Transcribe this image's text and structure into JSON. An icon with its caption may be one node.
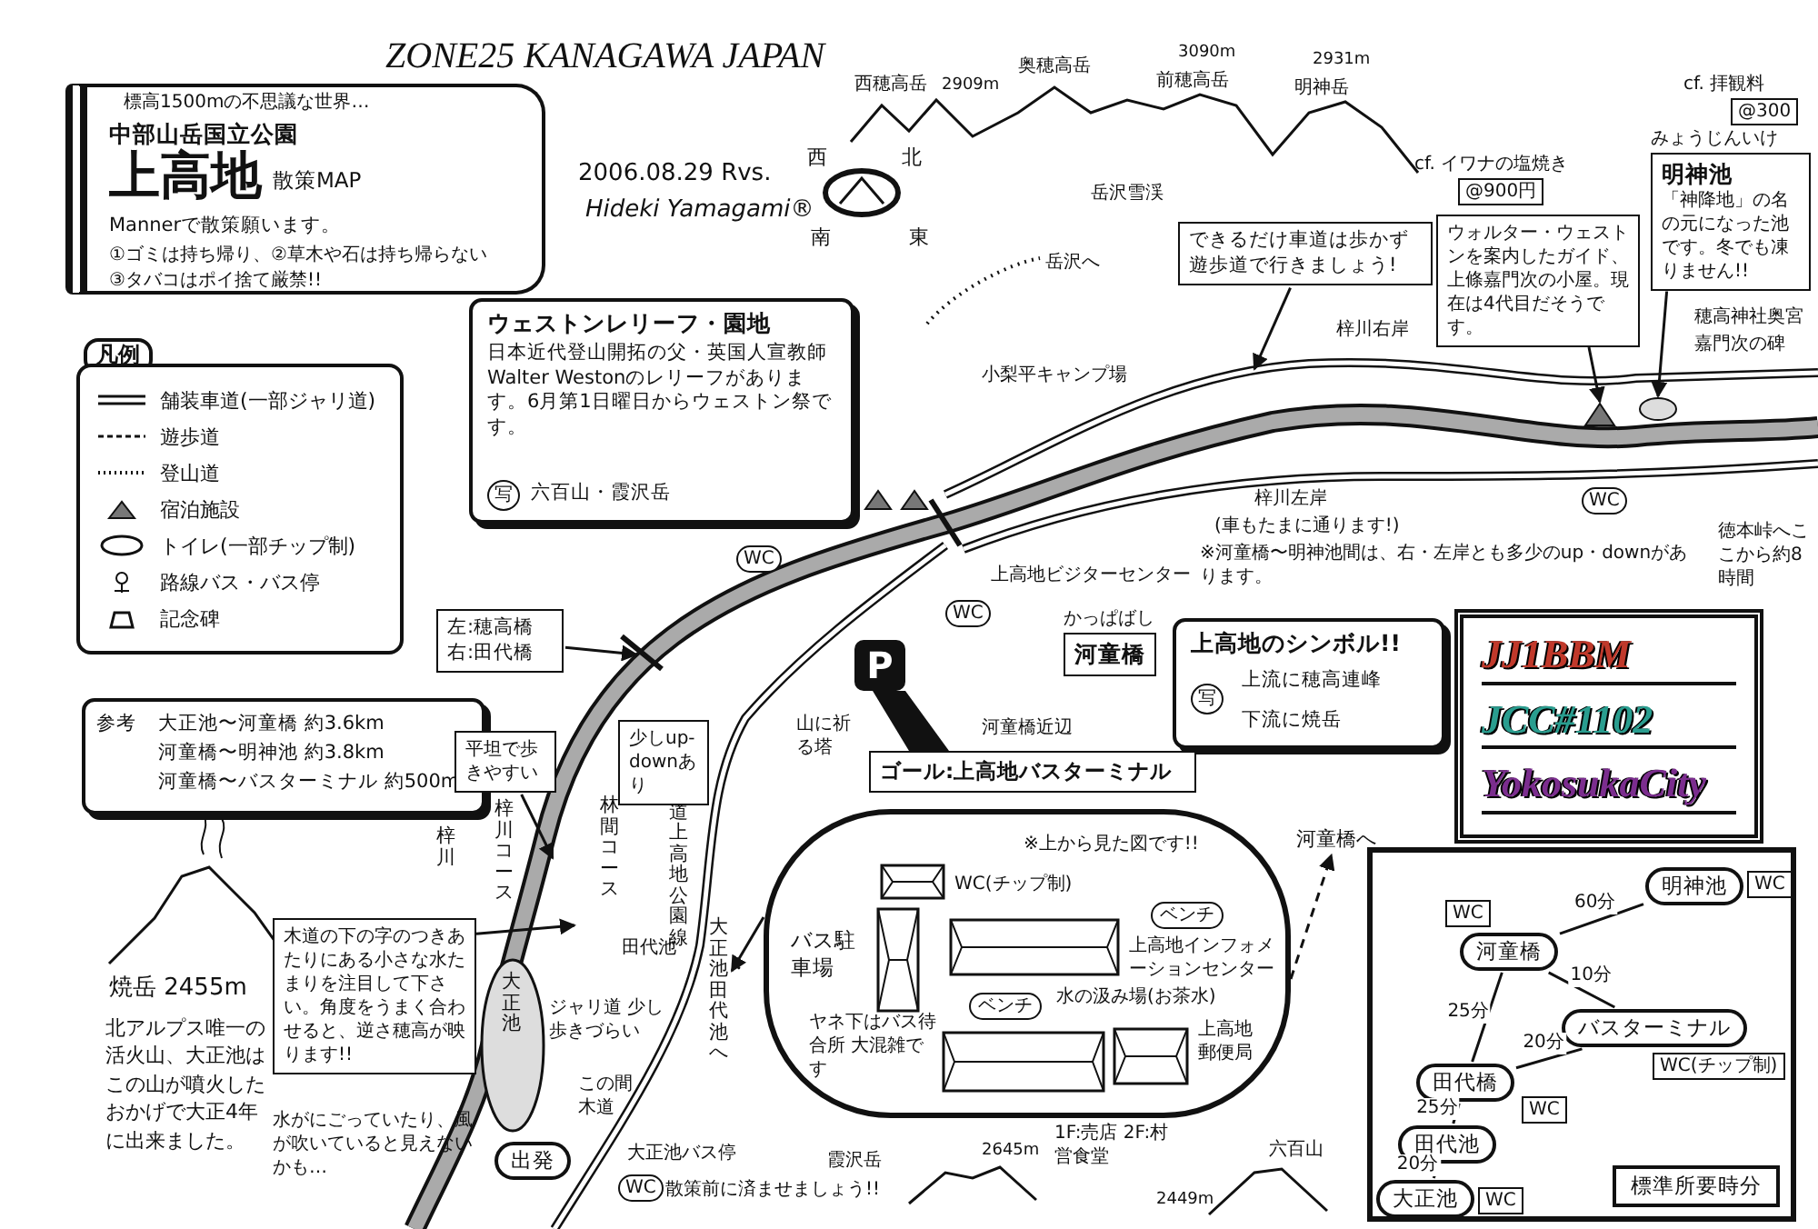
{
  "diagram": {
    "title": "ZONE25 KANAGAWA JAPAN",
    "nodes": [
      {
        "text": [
          "標高1500mの不思議な世界…",
          "中部山岳国立公園",
          "上高地",
          "散策MAP",
          "Mannerで散策願います。",
          "①ゴミは持ち帰り、②草木や石は持ち帰らない",
          "③タバコはポイ捨て厳禁!!"
        ]
      },
      {
        "text": [
          "参考",
          "大正池〜河童橋 約3.6km",
          "河童橋〜明神池 約3.8km",
          "河童橋〜バスターミナル 約500m"
        ]
      },
      {
        "text": [
          "ウェストンレリーフ・園地",
          "日本近代登山開拓の父・英国人宣教師 Walter Westonのレリーフがあります。6月第1日曜日からウェストン祭です。",
          "写",
          "六百山・霞沢岳"
        ]
      },
      {
        "text": [
          "できるだけ車道は歩かず遊歩道で行きましょう!"
        ]
      },
      {
        "text": [
          "ウォルター・ウェストンを案内したガイド、上條嘉門次の小屋。現在は4代目だそうです。"
        ],
        "beside": [
          "cf. イワナの塩焼き",
          "@900円"
        ]
      },
      {
        "text": [
          "明神池",
          "「神降地」の名の元になった池です。冬でも凍りません!!"
        ],
        "beside": [
          "みょうじんいけ",
          "cf. 拝観料",
          "@300"
        ]
      },
      {
        "text": [
          "左:穂高橋",
          "右:田代橋"
        ]
      },
      {
        "text": [
          "平坦で歩きやすい"
        ]
      },
      {
        "text": [
          "少しup-downあり"
        ]
      },
      {
        "text": [
          "木道の下の字のつきあたりにある小さな水たまりを注目して下さい。角度をうまく合わせると、逆さ穂高が映ります!!"
        ]
      },
      {
        "text": [
          "河童橋"
        ],
        "beside": [
          "かっぱばし"
        ]
      },
      {
        "text": [
          "上高地のシンボル!!",
          "写",
          "上流に穂高連峰",
          "下流に焼岳"
        ]
      },
      {
        "text": [
          "ゴール:上高地バスターミナル"
        ]
      },
      {
        "text": [
          "※上から見た図です!!",
          "WC(チップ制)",
          "ベンチ",
          "バス駐車場",
          "上高地インフォメーションセンター",
          "水の汲み場(お茶水)",
          "ベンチ",
          "ヤネ下はバス待合所 大混雑です",
          "上高地郵便局"
        ],
        "beside": [
          "1F:売店 2F:村営食堂"
        ]
      },
      {
        "text": [
          "河童橋へ"
        ]
      },
      {
        "text": [
          "大正池・田代池へ"
        ]
      },
      {
        "text": [
          "出発"
        ]
      },
      {
        "text": [
          "JJ1BBM",
          "JCC#1102",
          "YokosukaCity"
        ]
      },
      {
        "text": [],
        "shape": "box"
      },
      {
        "text": [
          "河童橋"
        ],
        "in": 18,
        "beside": [
          "WC"
        ]
      },
      {
        "text": [
          "明神池"
        ],
        "in": 18,
        "beside": [
          "WC"
        ]
      },
      {
        "text": [
          "バスターミナル"
        ],
        "in": 18,
        "beside": [
          "WC(チップ制)"
        ]
      },
      {
        "text": [
          "田代橋"
        ],
        "in": 18,
        "beside": [
          "WC"
        ]
      },
      {
        "text": [
          "田代池"
        ],
        "in": 18
      },
      {
        "text": [
          "大正池"
        ],
        "in": 18,
        "beside": [
          "WC"
        ]
      },
      {
        "text": [
          "標準所要時分"
        ],
        "in": 18
      }
    ],
    "edges": [
      {
        "from": 13,
        "to": 14,
        "arrow": "to",
        "style": "dashed"
      },
      {
        "from": 13,
        "to": 15,
        "arrow": "to"
      },
      {
        "from": 3,
        "to": null,
        "arrow": "to"
      },
      {
        "from": 4,
        "to": null,
        "arrow": "to"
      },
      {
        "from": 5,
        "to": null,
        "arrow": "to"
      },
      {
        "from": 6,
        "to": null,
        "arrow": "to"
      },
      {
        "from": 7,
        "to": null,
        "arrow": "to"
      },
      {
        "from": 9,
        "to": null,
        "arrow": "to"
      },
      {
        "from": 19,
        "to": 20,
        "arrow": "none",
        "label": "60分"
      },
      {
        "from": 19,
        "to": 21,
        "arrow": "none",
        "label": "10分"
      },
      {
        "from": 19,
        "to": 22,
        "arrow": "none",
        "label": "25分"
      },
      {
        "from": 21,
        "to": 22,
        "arrow": "none",
        "label": "20分"
      },
      {
        "from": 22,
        "to": 23,
        "arrow": "none",
        "label": "25分"
      },
      {
        "from": 23,
        "to": 24,
        "arrow": "none",
        "label": "20分"
      }
    ],
    "labels": [
      "2006.08.29 Rvs.",
      "Hideki Yamagami®",
      "凡例",
      "西",
      "北",
      "南",
      "東",
      "西穂高岳",
      "2909m",
      "奥穂高岳",
      "前穂高岳",
      "3090m",
      "明神岳",
      "2931m",
      "岳沢雪渓",
      "岳沢へ",
      "梓川右岸",
      "梓川左岸",
      "(車もたまに通ります!)",
      "※河童橋〜明神池間は、右・左岸とも多少のup・downがあります。",
      "穂高神社奥宮",
      "嘉門次の碑",
      "徳本峠へここから約8時間",
      "小梨平キャンプ場",
      "上高地ビジターセンター",
      "WC",
      "WC",
      "WC",
      "P",
      "山に祈る塔",
      "河童橋近辺",
      "梓川",
      "梓川コース",
      "林間コース",
      "県道上高地公園線",
      "田代池",
      "焼岳 2455m",
      "北アルプス唯一の活火山、大正池はこの山が噴火したおかげで大正4年に出来ました。",
      "水がにごっていたり、風が吹いていると見えないかも…",
      "大正池",
      "ジャリ道 少し歩きづらい",
      "この間木道",
      "大正池バス停",
      "WC",
      "散策前に済ませましょう!!",
      "霞沢岳",
      "2645m",
      "六百山",
      "2449m"
    ],
    "legend": [
      {
        "text": "舗装車道(一部ジャリ道)"
      },
      {
        "text": "遊歩道"
      },
      {
        "text": "登山道"
      },
      {
        "text": "宿泊施設"
      },
      {
        "text": "トイレ(一部チップ制)"
      },
      {
        "text": "路線バス・バス停"
      },
      {
        "text": "記念碑"
      }
    ]
  }
}
